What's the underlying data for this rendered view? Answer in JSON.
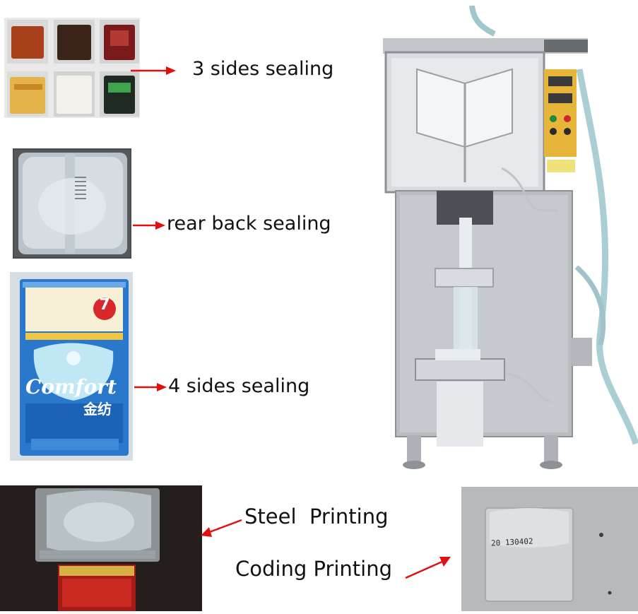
{
  "labels": {
    "three_sides": "3 sides sealing",
    "rear_back": "rear back sealing",
    "four_sides": "4 sides sealing",
    "steel_printing": "Steel  Printing",
    "coding_printing": "Coding Printing"
  },
  "product": {
    "brand_latin": "Comfort",
    "brand_cjk": "金纺",
    "badge": "7"
  },
  "code_stamp": "20 130402",
  "colors": {
    "arrow": "#e01010",
    "comfort_blue": "#1f6fc4",
    "machine_steel": "#b9bcc0"
  }
}
